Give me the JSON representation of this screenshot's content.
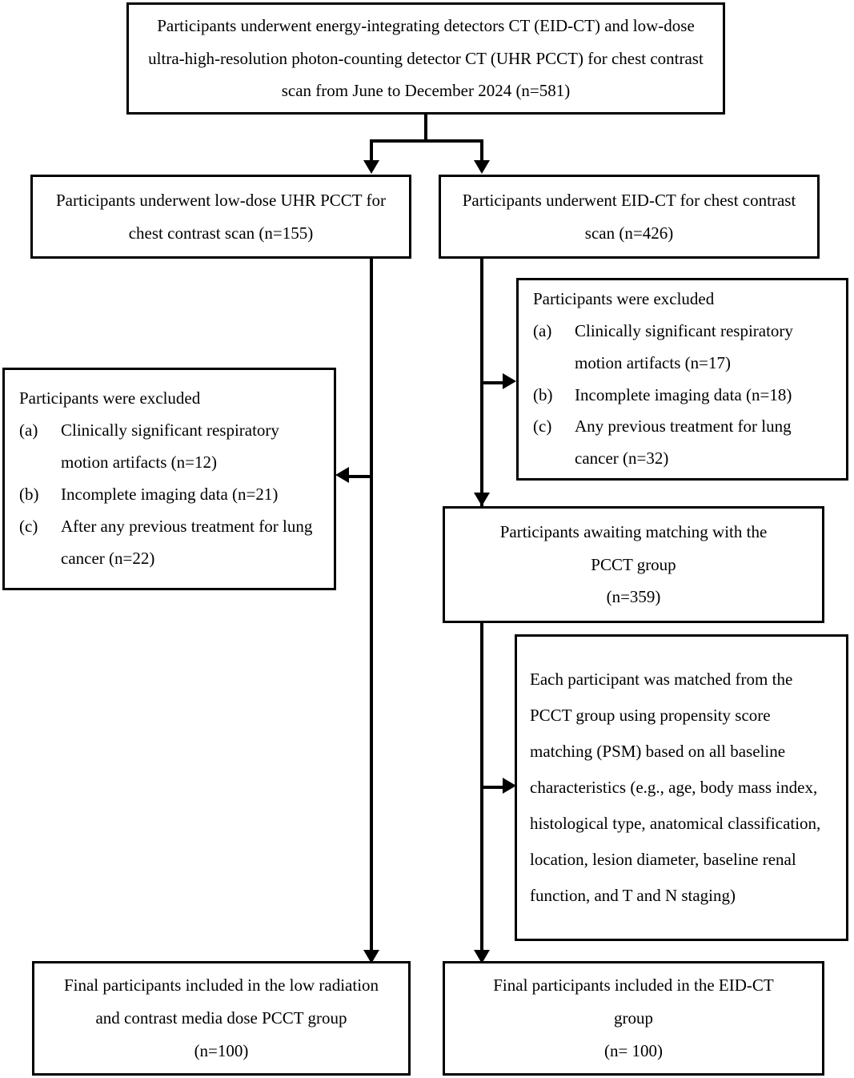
{
  "diagram": {
    "type": "flowchart",
    "title": "Participant selection flow diagram",
    "line_color": "#000000",
    "box_border_color": "#000000",
    "background_color": "#ffffff"
  },
  "nodes": {
    "enrollment": {
      "id": "enrollment",
      "text": "Participants underwent energy-integrating detectors CT (EID-CT) and low-dose ultra-high-resolution photon-counting detector CT (UHR PCCT) for chest contrast scan from June to December 2024 (n=581)",
      "n": 581
    },
    "pcct_arm": {
      "id": "pcct-arm",
      "text": "Participants underwent low-dose UHR PCCT for chest contrast scan (n=155)",
      "n": 155
    },
    "eid_arm": {
      "id": "eid-arm",
      "text": "Participants underwent EID-CT for chest contrast scan (n=426)",
      "n": 426
    },
    "pcct_excluded": {
      "id": "pcct-excluded",
      "title": "Participants were excluded",
      "items": [
        {
          "marker": "(a)",
          "text": "Clinically significant respiratory motion artifacts (n=12)",
          "n": 12
        },
        {
          "marker": "(b)",
          "text": "Incomplete imaging data (n=21)",
          "n": 21
        },
        {
          "marker": "(c)",
          "text": "After any previous treatment for lung cancer (n=22)",
          "n": 22
        }
      ]
    },
    "eid_excluded": {
      "id": "eid-excluded",
      "title": "Participants were excluded",
      "items": [
        {
          "marker": "(a)",
          "text": "Clinically significant respiratory motion artifacts (n=17)",
          "n": 17
        },
        {
          "marker": "(b)",
          "text": "Incomplete imaging data (n=18)",
          "n": 18
        },
        {
          "marker": "(c)",
          "text": "Any previous treatment for lung cancer (n=32)",
          "n": 32
        }
      ]
    },
    "awaiting_matching": {
      "id": "awaiting-matching",
      "text": "Participants awaiting matching with the\nPCCT group\n(n=359)",
      "n": 359
    },
    "psm": {
      "id": "psm-matching",
      "text": "Each participant was matched from the PCCT group using propensity score matching (PSM) based on all baseline characteristics (e.g., age, body mass index, histological type, anatomical classification, location, lesion diameter, baseline renal function, and T and N staging)"
    },
    "final_pcct": {
      "id": "final-pcct",
      "text": "Final participants included in the low radiation\nand contrast media dose PCCT group\n(n=100)",
      "n": 100
    },
    "final_eid": {
      "id": "final-eid",
      "text": "Final participants included in the EID-CT\ngroup\n(n= 100)",
      "n": 100
    }
  },
  "edges": [
    {
      "from": "enrollment",
      "to": "pcct_arm",
      "kind": "split-down-arrow"
    },
    {
      "from": "enrollment",
      "to": "eid_arm",
      "kind": "split-down-arrow"
    },
    {
      "from": "pcct_arm",
      "to": "pcct_excluded",
      "kind": "branch-left-arrow"
    },
    {
      "from": "pcct_arm",
      "to": "final_pcct",
      "kind": "down-arrow"
    },
    {
      "from": "eid_arm",
      "to": "eid_excluded",
      "kind": "branch-right-arrow"
    },
    {
      "from": "eid_arm",
      "to": "awaiting_matching",
      "kind": "down-arrow"
    },
    {
      "from": "awaiting_matching",
      "to": "psm",
      "kind": "branch-right-arrow"
    },
    {
      "from": "awaiting_matching",
      "to": "final_eid",
      "kind": "down-arrow"
    }
  ]
}
